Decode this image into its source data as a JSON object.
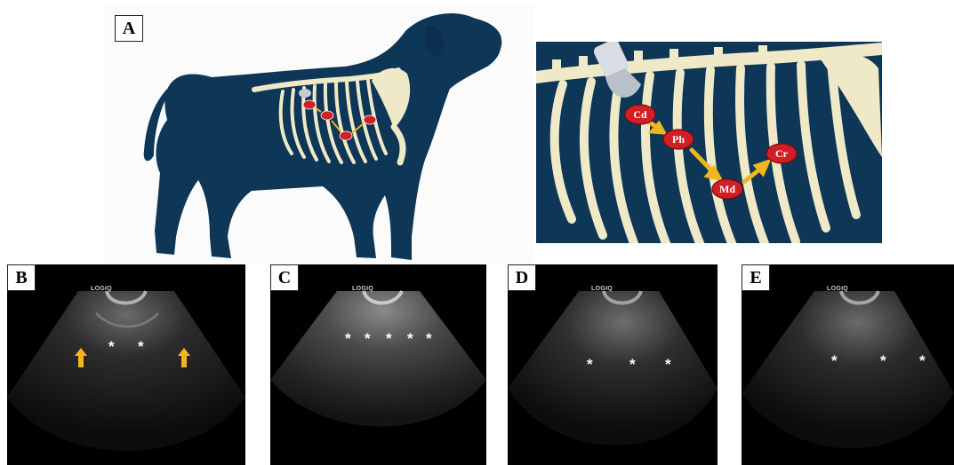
{
  "panels": {
    "a": {
      "label": "A"
    },
    "b": {
      "label": "B",
      "device_text": "LOGIQ",
      "markers": [
        "*",
        "*"
      ]
    },
    "c": {
      "label": "C",
      "device_text": "LOGIQ",
      "markers": [
        "*",
        "*",
        "*",
        "*",
        "*"
      ]
    },
    "d": {
      "label": "D",
      "device_text": "LOGIQ",
      "markers": [
        "*",
        "*",
        "*"
      ]
    },
    "e": {
      "label": "E",
      "device_text": "LOGIQ",
      "markers": [
        "*",
        "*",
        "*"
      ]
    }
  },
  "zoom_sites": [
    "Cd",
    "Ph",
    "Md",
    "Cr"
  ],
  "colors": {
    "silhouette": "#0d3657",
    "bone": "#efe9c8",
    "site_marker": "#d11f26",
    "arrow": "#f2b51e"
  }
}
